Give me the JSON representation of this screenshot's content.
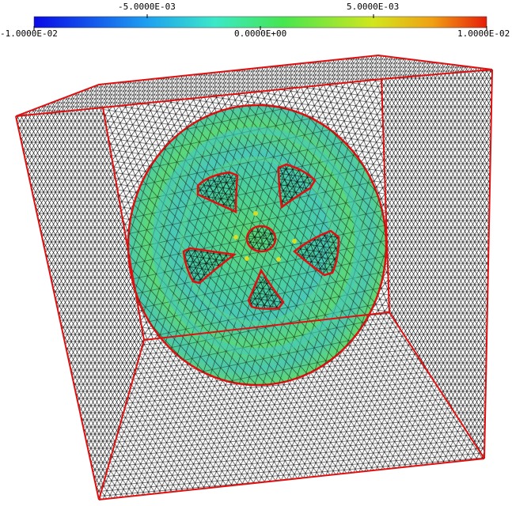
{
  "colorbar": {
    "ticks": [
      {
        "label": "-1.0000E-02",
        "value": -0.01
      },
      {
        "label": "-5.0000E-03",
        "value": -0.005
      },
      {
        "label": "0.0000E+00",
        "value": 0.0
      },
      {
        "label": "5.0000E-03",
        "value": 0.005
      },
      {
        "label": "1.0000E-02",
        "value": 0.01
      }
    ],
    "range": [
      -0.01,
      0.01
    ],
    "colors": [
      "#0a0ae6",
      "#1ea0f0",
      "#3ce8c8",
      "#46e650",
      "#d2e61e",
      "#f0a014",
      "#e61e0a"
    ]
  },
  "scene": {
    "mesh_line_color": "#000000",
    "edge_color": "#e01010",
    "wheel_base_color": "#5ad874",
    "wheel_ring_color": "#4ac8b8",
    "wheel_hot_color": "#e8e020"
  }
}
